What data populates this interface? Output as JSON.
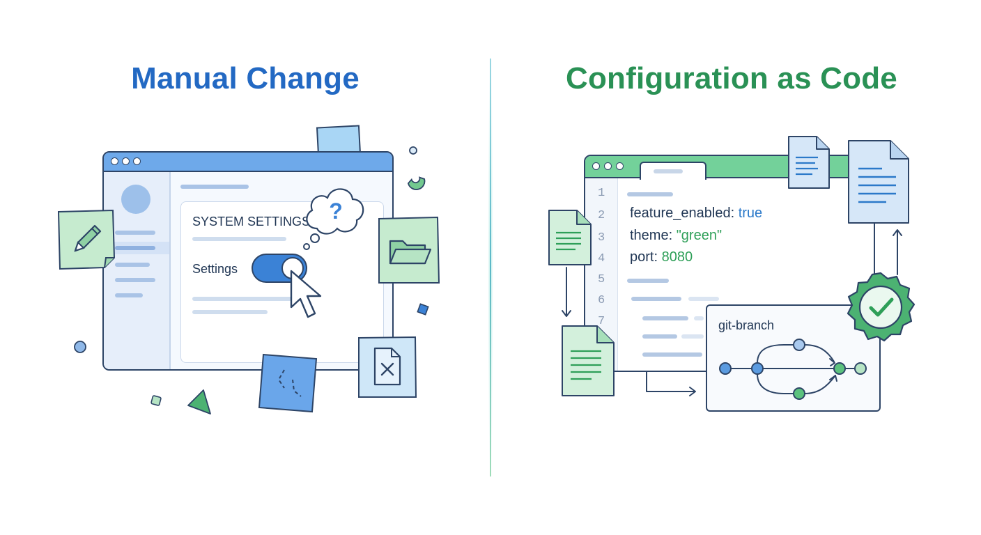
{
  "left": {
    "title": "Manual Change",
    "panel_title": "SYSTEM SETTINGS",
    "setting_label": "Settings",
    "question_mark": "?",
    "colors": {
      "title": "#2369c3",
      "window_bar": "#6ea9ea",
      "accent": "#3b82d6"
    }
  },
  "right": {
    "title": "Configuration as Code",
    "line_numbers": [
      "1",
      "2",
      "3",
      "4",
      "5",
      "6",
      "7"
    ],
    "code": [
      {
        "key": "feature_enabled: ",
        "value": "true"
      },
      {
        "key": "theme: ",
        "value": "\"green\""
      },
      {
        "key": "port: ",
        "value": "8080"
      }
    ],
    "git_label": "git-branch",
    "colors": {
      "title": "#2a9155",
      "window_bar": "#73d19a",
      "string": "#2e9f58",
      "boolean": "#2b79c9"
    }
  },
  "icons": {
    "left": [
      "pencil-icon",
      "folder-icon",
      "file-x-icon",
      "question-cloud-icon",
      "cursor-icon",
      "toggle-switch"
    ],
    "right": [
      "document-icon",
      "checkmark-badge-icon",
      "git-branch-graph",
      "arrow-icon"
    ]
  }
}
